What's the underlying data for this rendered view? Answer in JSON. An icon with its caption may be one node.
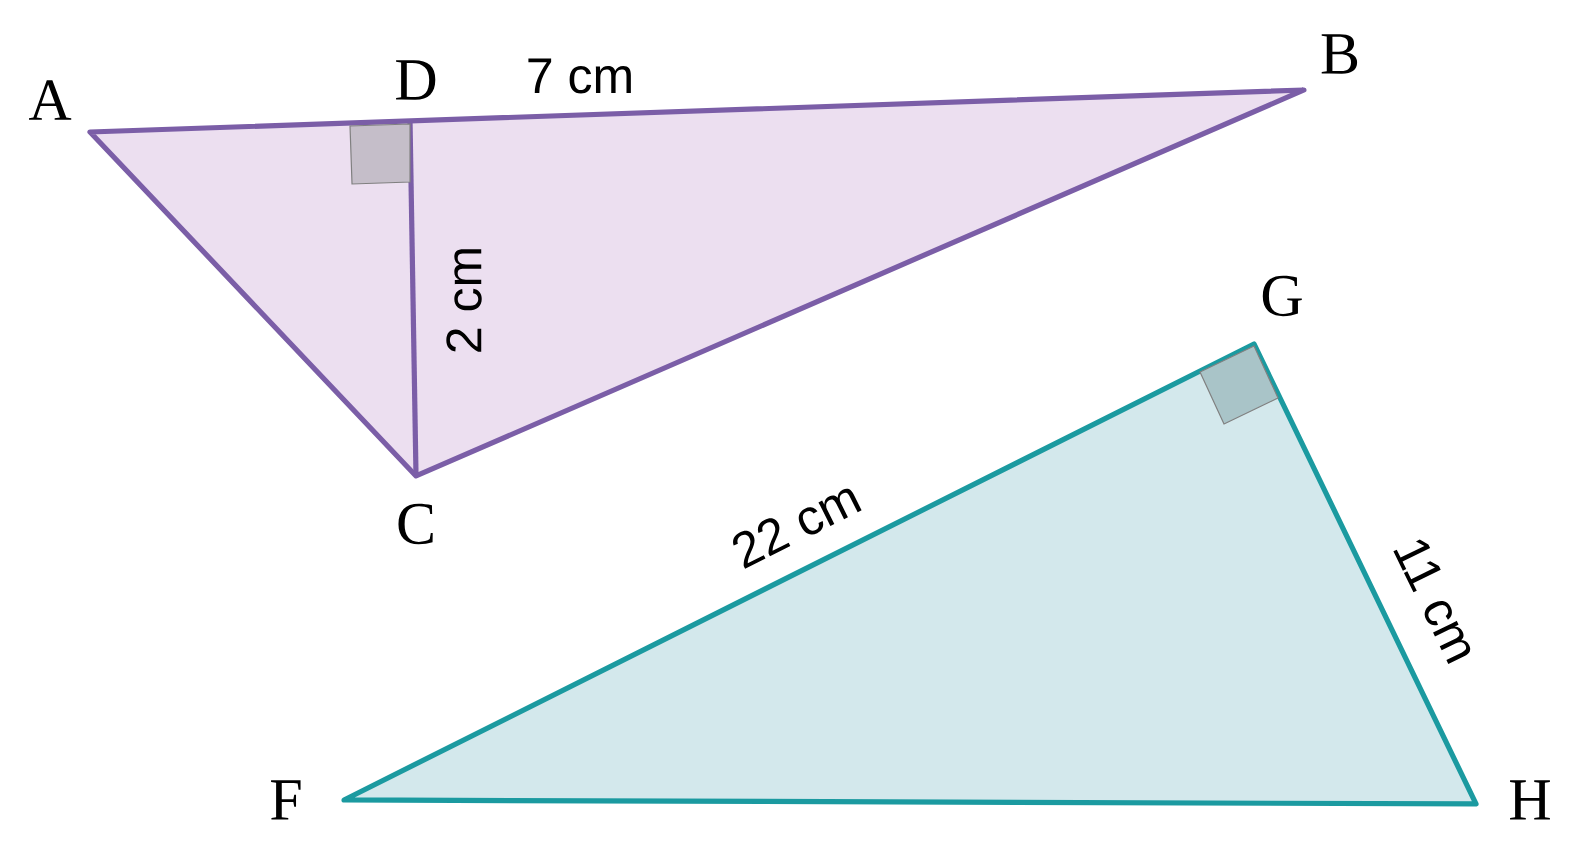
{
  "diagram": {
    "labels": [
      "A",
      "D",
      "7 cm",
      "B",
      "2 cm",
      "C",
      "G",
      "22 cm",
      "11 cm",
      "F",
      "H"
    ]
  }
}
